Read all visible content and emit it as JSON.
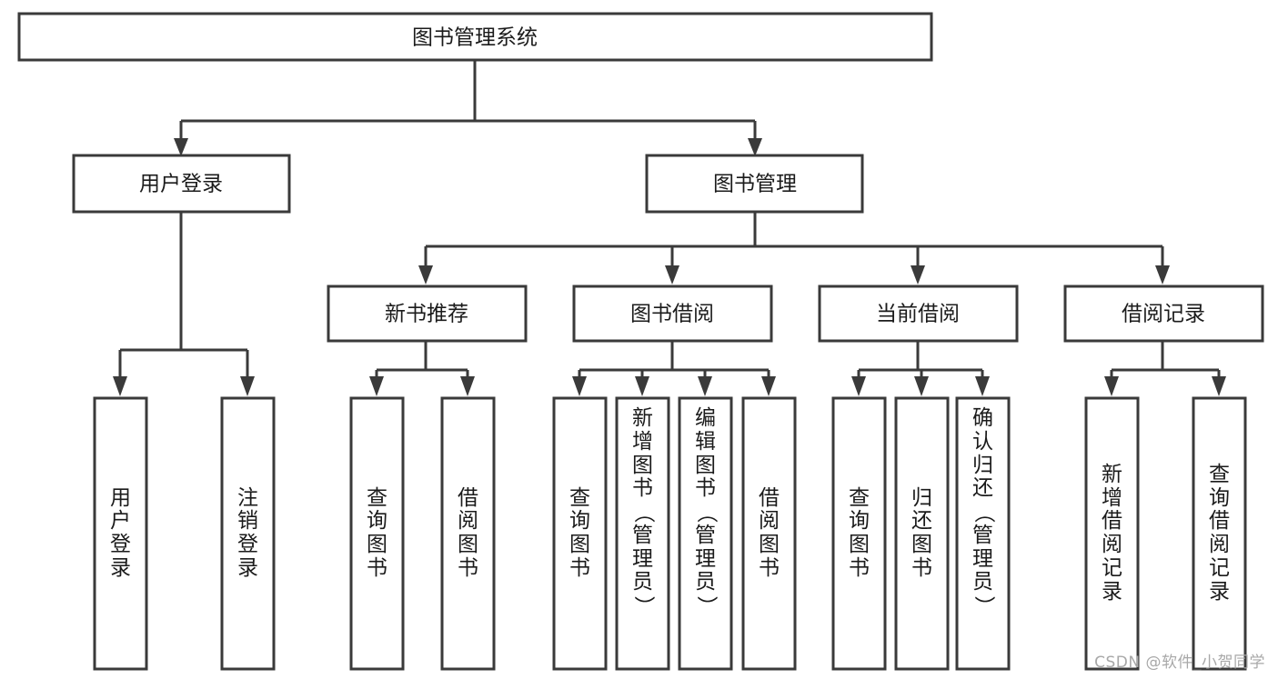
{
  "diagram": {
    "type": "tree",
    "title": "图书管理系统",
    "orientation": "top-down",
    "colors": {
      "stroke": "#3a3a3a",
      "fill": "#ffffff",
      "text": "#1b1b1b",
      "background": "#ffffff",
      "watermark": "#a8a8a8"
    },
    "root": {
      "label": "图书管理系统"
    },
    "level2": [
      {
        "label": "用户登录"
      },
      {
        "label": "图书管理"
      }
    ],
    "level3": [
      {
        "label": "新书推荐"
      },
      {
        "label": "图书借阅"
      },
      {
        "label": "当前借阅"
      },
      {
        "label": "借阅记录"
      }
    ],
    "leaves": {
      "user_login": [
        {
          "label": "用户登录"
        },
        {
          "label": "注销登录"
        }
      ],
      "new_book": [
        {
          "label": "查询图书"
        },
        {
          "label": "借阅图书"
        }
      ],
      "book_borrow": [
        {
          "label": "查询图书"
        },
        {
          "label": "新增图书（管理员）"
        },
        {
          "label": "编辑图书（管理员）"
        },
        {
          "label": "借阅图书"
        }
      ],
      "current_borrow": [
        {
          "label": "查询图书"
        },
        {
          "label": "归还图书"
        },
        {
          "label": "确认归还（管理员）"
        }
      ],
      "borrow_record": [
        {
          "label": "新增借阅记录"
        },
        {
          "label": "查询借阅记录"
        }
      ]
    }
  },
  "watermark": {
    "text": "CSDN @软件_小贺同学"
  }
}
